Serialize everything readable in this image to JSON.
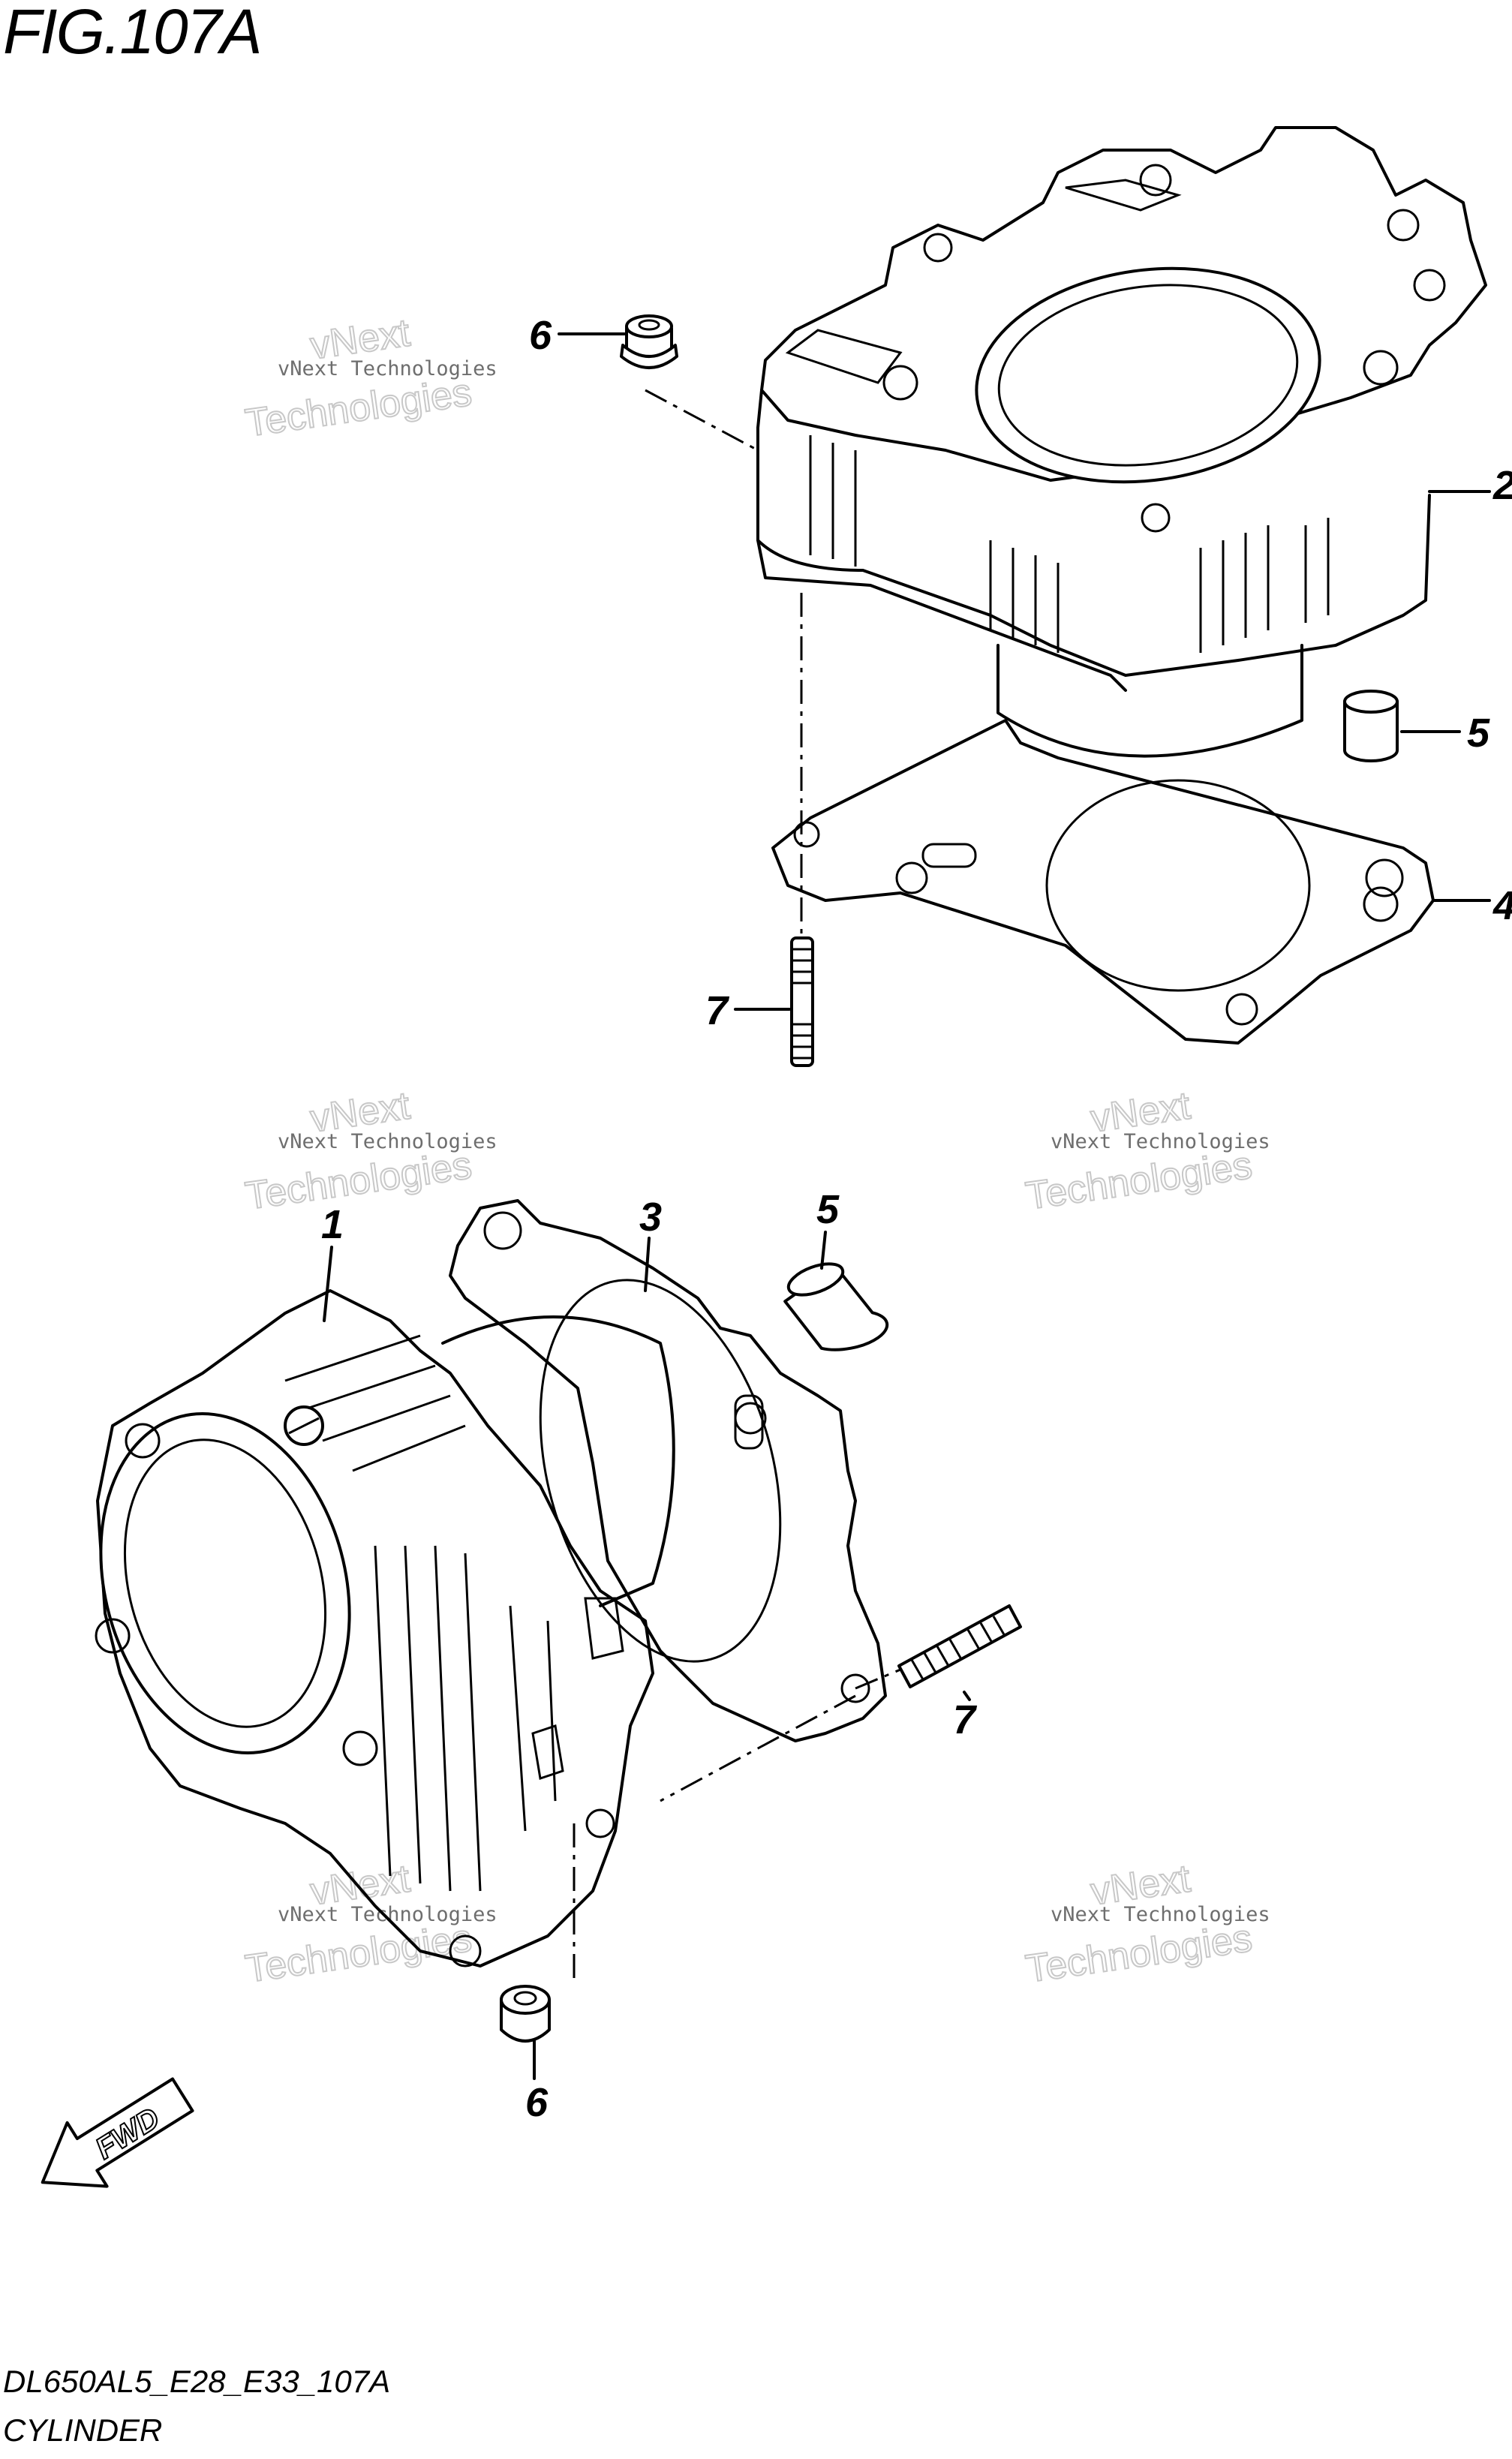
{
  "figure": {
    "title": "FIG.107A",
    "model_code": "DL650AL5_E28_E33_107A",
    "section_name": "CYLINDER"
  },
  "watermark": {
    "line1": "vNext Technologies",
    "line2": "vNext",
    "line3": "Technologies"
  },
  "callouts": {
    "top_nut": "6",
    "top_cylinder": "2",
    "top_dowel": "5",
    "top_gasket": "4",
    "top_stud": "7",
    "bottom_cylinder": "1",
    "bottom_gasket": "3",
    "bottom_dowel": "5",
    "bottom_stud": "7",
    "bottom_nut": "6"
  },
  "fwd_arrow": {
    "label": "FWD"
  }
}
